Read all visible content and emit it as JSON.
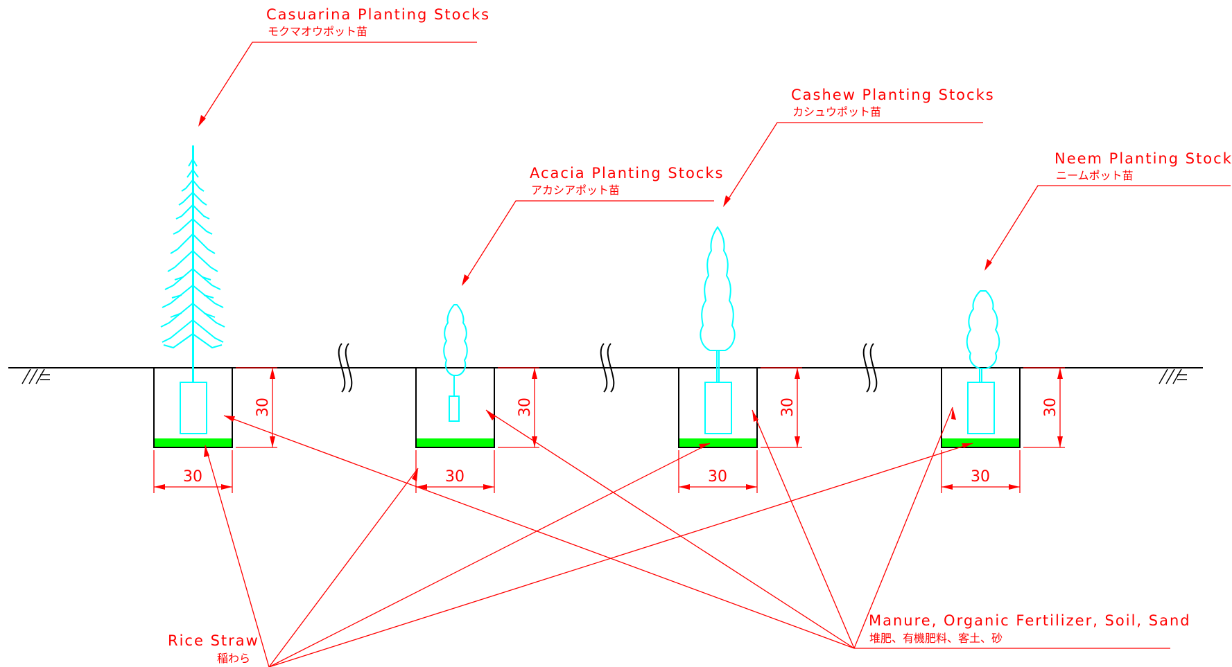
{
  "labels": {
    "casuarina_en": "Casuarina Planting Stocks",
    "casuarina_jp": "モクマオウポット苗",
    "acacia_en": "Acacia Planting Stocks",
    "acacia_jp": "アカシアポット苗",
    "cashew_en": "Cashew Planting Stocks",
    "cashew_jp": "カシュウポット苗",
    "neem_en": "Neem Planting Stocks",
    "neem_jp": "ニームポット苗",
    "rice_straw_en": "Rice Straw",
    "rice_straw_jp": "稲わら",
    "fill_en": "Manure, Organic Fertilizer, Soil, Sand",
    "fill_jp": "堆肥、有機肥料、客土、砂"
  },
  "dimensions": {
    "pit_width": "30",
    "pit_depth": "30"
  },
  "colors": {
    "annotation": "#ff0000",
    "plant": "#00ffff",
    "straw": "#00ff00",
    "ground": "#000000"
  }
}
